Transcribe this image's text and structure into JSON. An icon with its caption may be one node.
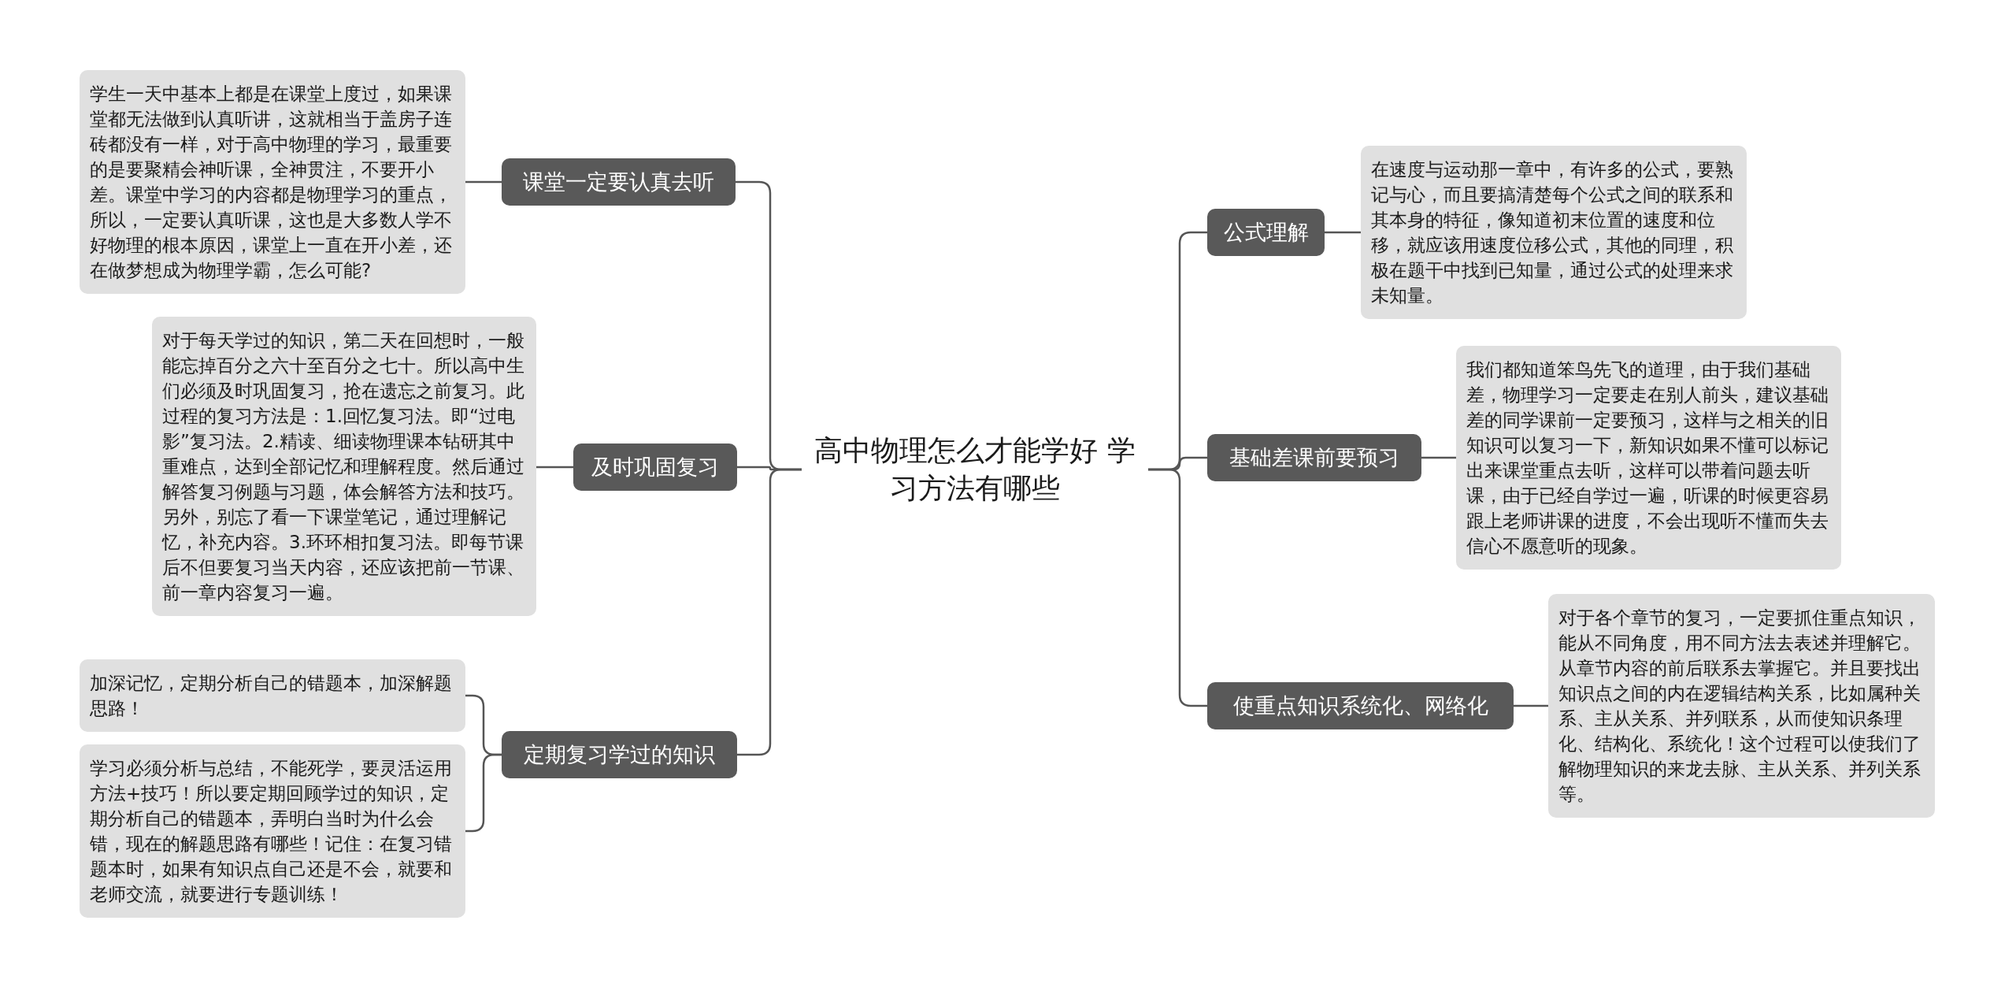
{
  "diagram": {
    "nodes": [
      {
        "text": [
          "高中物理怎么才能学好 学习方法有哪些"
        ]
      },
      {
        "text": [
          "课堂一定要认真去听"
        ]
      },
      {
        "text": [
          "学生一天中基本上都是在课堂上度过，如果课堂都无法做到认真听讲，这就相当于盖房子连砖都没有一样，对于高中物理的学习，最重要的是要聚精会神听课，全神贯注，不要开小差。课堂中学习的内容都是物理学习的重点，所以，一定要认真听课，这也是大多数人学不好物理的根本原因，课堂上一直在开小差，还在做梦想成为物理学霸，怎么可能?"
        ]
      },
      {
        "text": [
          "及时巩固复习"
        ]
      },
      {
        "text": [
          "对于每天学过的知识，第二天在回想时，一般能忘掉百分之六十至百分之七十。所以高中生们必须及时巩固复习，抢在遗忘之前复习。此过程的复习方法是：1.回忆复习法。即“过电影”复习法。2.精读、细读物理课本钻研其中重难点，达到全部记忆和理解程度。然后通过解答复习例题与习题，体会解答方法和技巧。另外，别忘了看一下课堂笔记，通过理解记忆，补充内容。3.环环相扣复习法。即每节课后不但要复习当天内容，还应该把前一节课、前一章内容复习一遍。"
        ]
      },
      {
        "text": [
          "定期复习学过的知识"
        ]
      },
      {
        "text": [
          "加深记忆，定期分析自己的错题本，加深解题思路！"
        ]
      },
      {
        "text": [
          "学习必须分析与总结，不能死学，要灵活运用方法+技巧！所以要定期回顾学过的知识，定期分析自己的错题本，弄明白当时为什么会错，现在的解题思路有哪些！记住：在复习错题本时，如果有知识点自己还是不会，就要和老师交流，就要进行专题训练！"
        ]
      },
      {
        "text": [
          "公式理解"
        ]
      },
      {
        "text": [
          "在速度与运动那一章中，有许多的公式，要熟记与心，而且要搞清楚每个公式之间的联系和其本身的特征，像知道初末位置的速度和位移，就应该用速度位移公式，其他的同理，积极在题干中找到已知量，通过公式的处理来求未知量。"
        ]
      },
      {
        "text": [
          "基础差课前要预习"
        ]
      },
      {
        "text": [
          "我们都知道笨鸟先飞的道理，由于我们基础差，物理学习一定要走在别人前头，建议基础差的同学课前一定要预习，这样与之相关的旧知识可以复习一下，新知识如果不懂可以标记出来课堂重点去听，这样可以带着问题去听课，由于已经自学过一遍，听课的时候更容易跟上老师讲课的进度，不会出现听不懂而失去信心不愿意听的现象。"
        ]
      },
      {
        "text": [
          "使重点知识系统化、网络化"
        ]
      },
      {
        "text": [
          "对于各个章节的复习，一定要抓住重点知识，能从不同角度，用不同方法去表述并理解它。从章节内容的前后联系去掌握它。并且要找出知识点之间的内在逻辑结构关系，比如属种关系、主从关系、并列联系，从而使知识条理化、结构化、系统化！这个过程可以使我们了解物理知识的来龙去脉、主从关系、并列关系等。"
        ]
      }
    ],
    "edges": [
      {
        "from": 0,
        "to": 1,
        "arrow": "none"
      },
      {
        "from": 0,
        "to": 3,
        "arrow": "none"
      },
      {
        "from": 0,
        "to": 5,
        "arrow": "none"
      },
      {
        "from": 0,
        "to": 8,
        "arrow": "none"
      },
      {
        "from": 0,
        "to": 10,
        "arrow": "none"
      },
      {
        "from": 0,
        "to": 12,
        "arrow": "none"
      },
      {
        "from": 1,
        "to": 2,
        "arrow": "none"
      },
      {
        "from": 3,
        "to": 4,
        "arrow": "none"
      },
      {
        "from": 5,
        "to": 6,
        "arrow": "none"
      },
      {
        "from": 5,
        "to": 7,
        "arrow": "none"
      },
      {
        "from": 8,
        "to": 9,
        "arrow": "none"
      },
      {
        "from": 10,
        "to": 11,
        "arrow": "none"
      },
      {
        "from": 12,
        "to": 13,
        "arrow": "none"
      }
    ]
  }
}
